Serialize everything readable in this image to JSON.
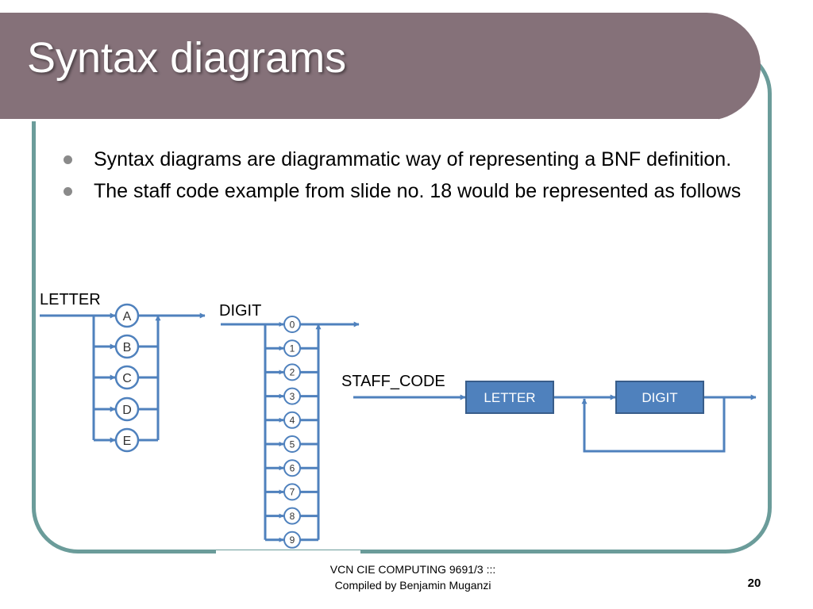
{
  "slide": {
    "title": "Syntax diagrams",
    "bullets": [
      "Syntax diagrams are diagrammatic way of representing a BNF definition.",
      "The staff code example from slide no. 18 would be represented as follows"
    ],
    "footer_line1": "VCN CIE COMPUTING 9691/3 :::",
    "footer_line2": "Compiled by Benjamin Muganzi",
    "page_number": "20"
  },
  "diagrams": {
    "letter_label": "LETTER",
    "letters": [
      "A",
      "B",
      "C",
      "D",
      "E"
    ],
    "digit_label": "DIGIT",
    "digits": [
      "0",
      "1",
      "2",
      "3",
      "4",
      "5",
      "6",
      "7",
      "8",
      "9"
    ],
    "staff_label": "STAFF_CODE",
    "staff_boxes": [
      "LETTER",
      "DIGIT"
    ]
  },
  "colors": {
    "title_band": "#857179",
    "frame": "#6b9c9a",
    "diagram_line": "#4f81bd",
    "box_fill": "#4f81bd",
    "box_border": "#385d8a",
    "bullet_dot": "#8a8a8a"
  }
}
